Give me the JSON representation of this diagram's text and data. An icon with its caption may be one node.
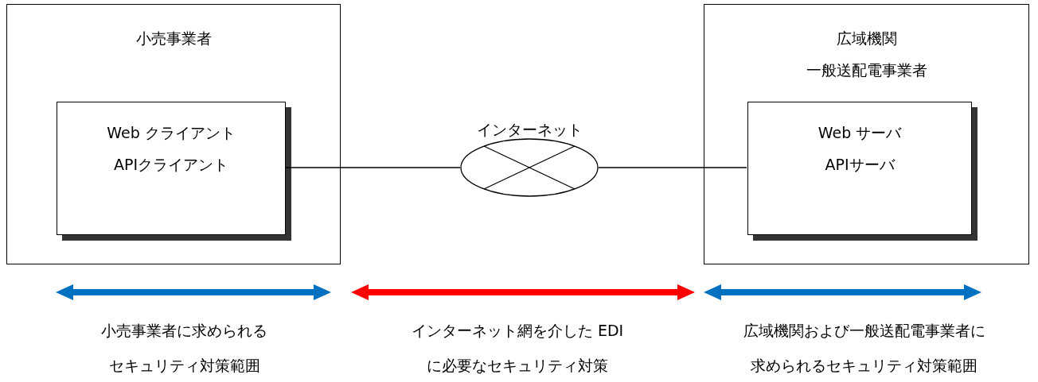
{
  "diagram": {
    "nodes": [
      {
        "text": [
          "小売事業者"
        ]
      },
      {
        "text": [
          "Web クライアント",
          "APIクライアント"
        ],
        "in": 0
      },
      {
        "text": [
          "インターネット"
        ]
      },
      {
        "text": [
          "広域機関",
          "一般送配電事業者"
        ]
      },
      {
        "text": [
          "Web サーバ",
          "APIサーバ"
        ],
        "in": 3
      }
    ],
    "edges": [
      {
        "from": 1,
        "to": 2,
        "arrow": "none"
      },
      {
        "from": 2,
        "to": 4,
        "arrow": "none"
      }
    ],
    "labels": [
      "小売事業者に求められるセキュリティ対策範囲",
      "インターネット網を介した EDI に必要なセキュリティ対策",
      "広域機関および一般送配電事業者に求められるセキュリティ対策範囲"
    ]
  }
}
